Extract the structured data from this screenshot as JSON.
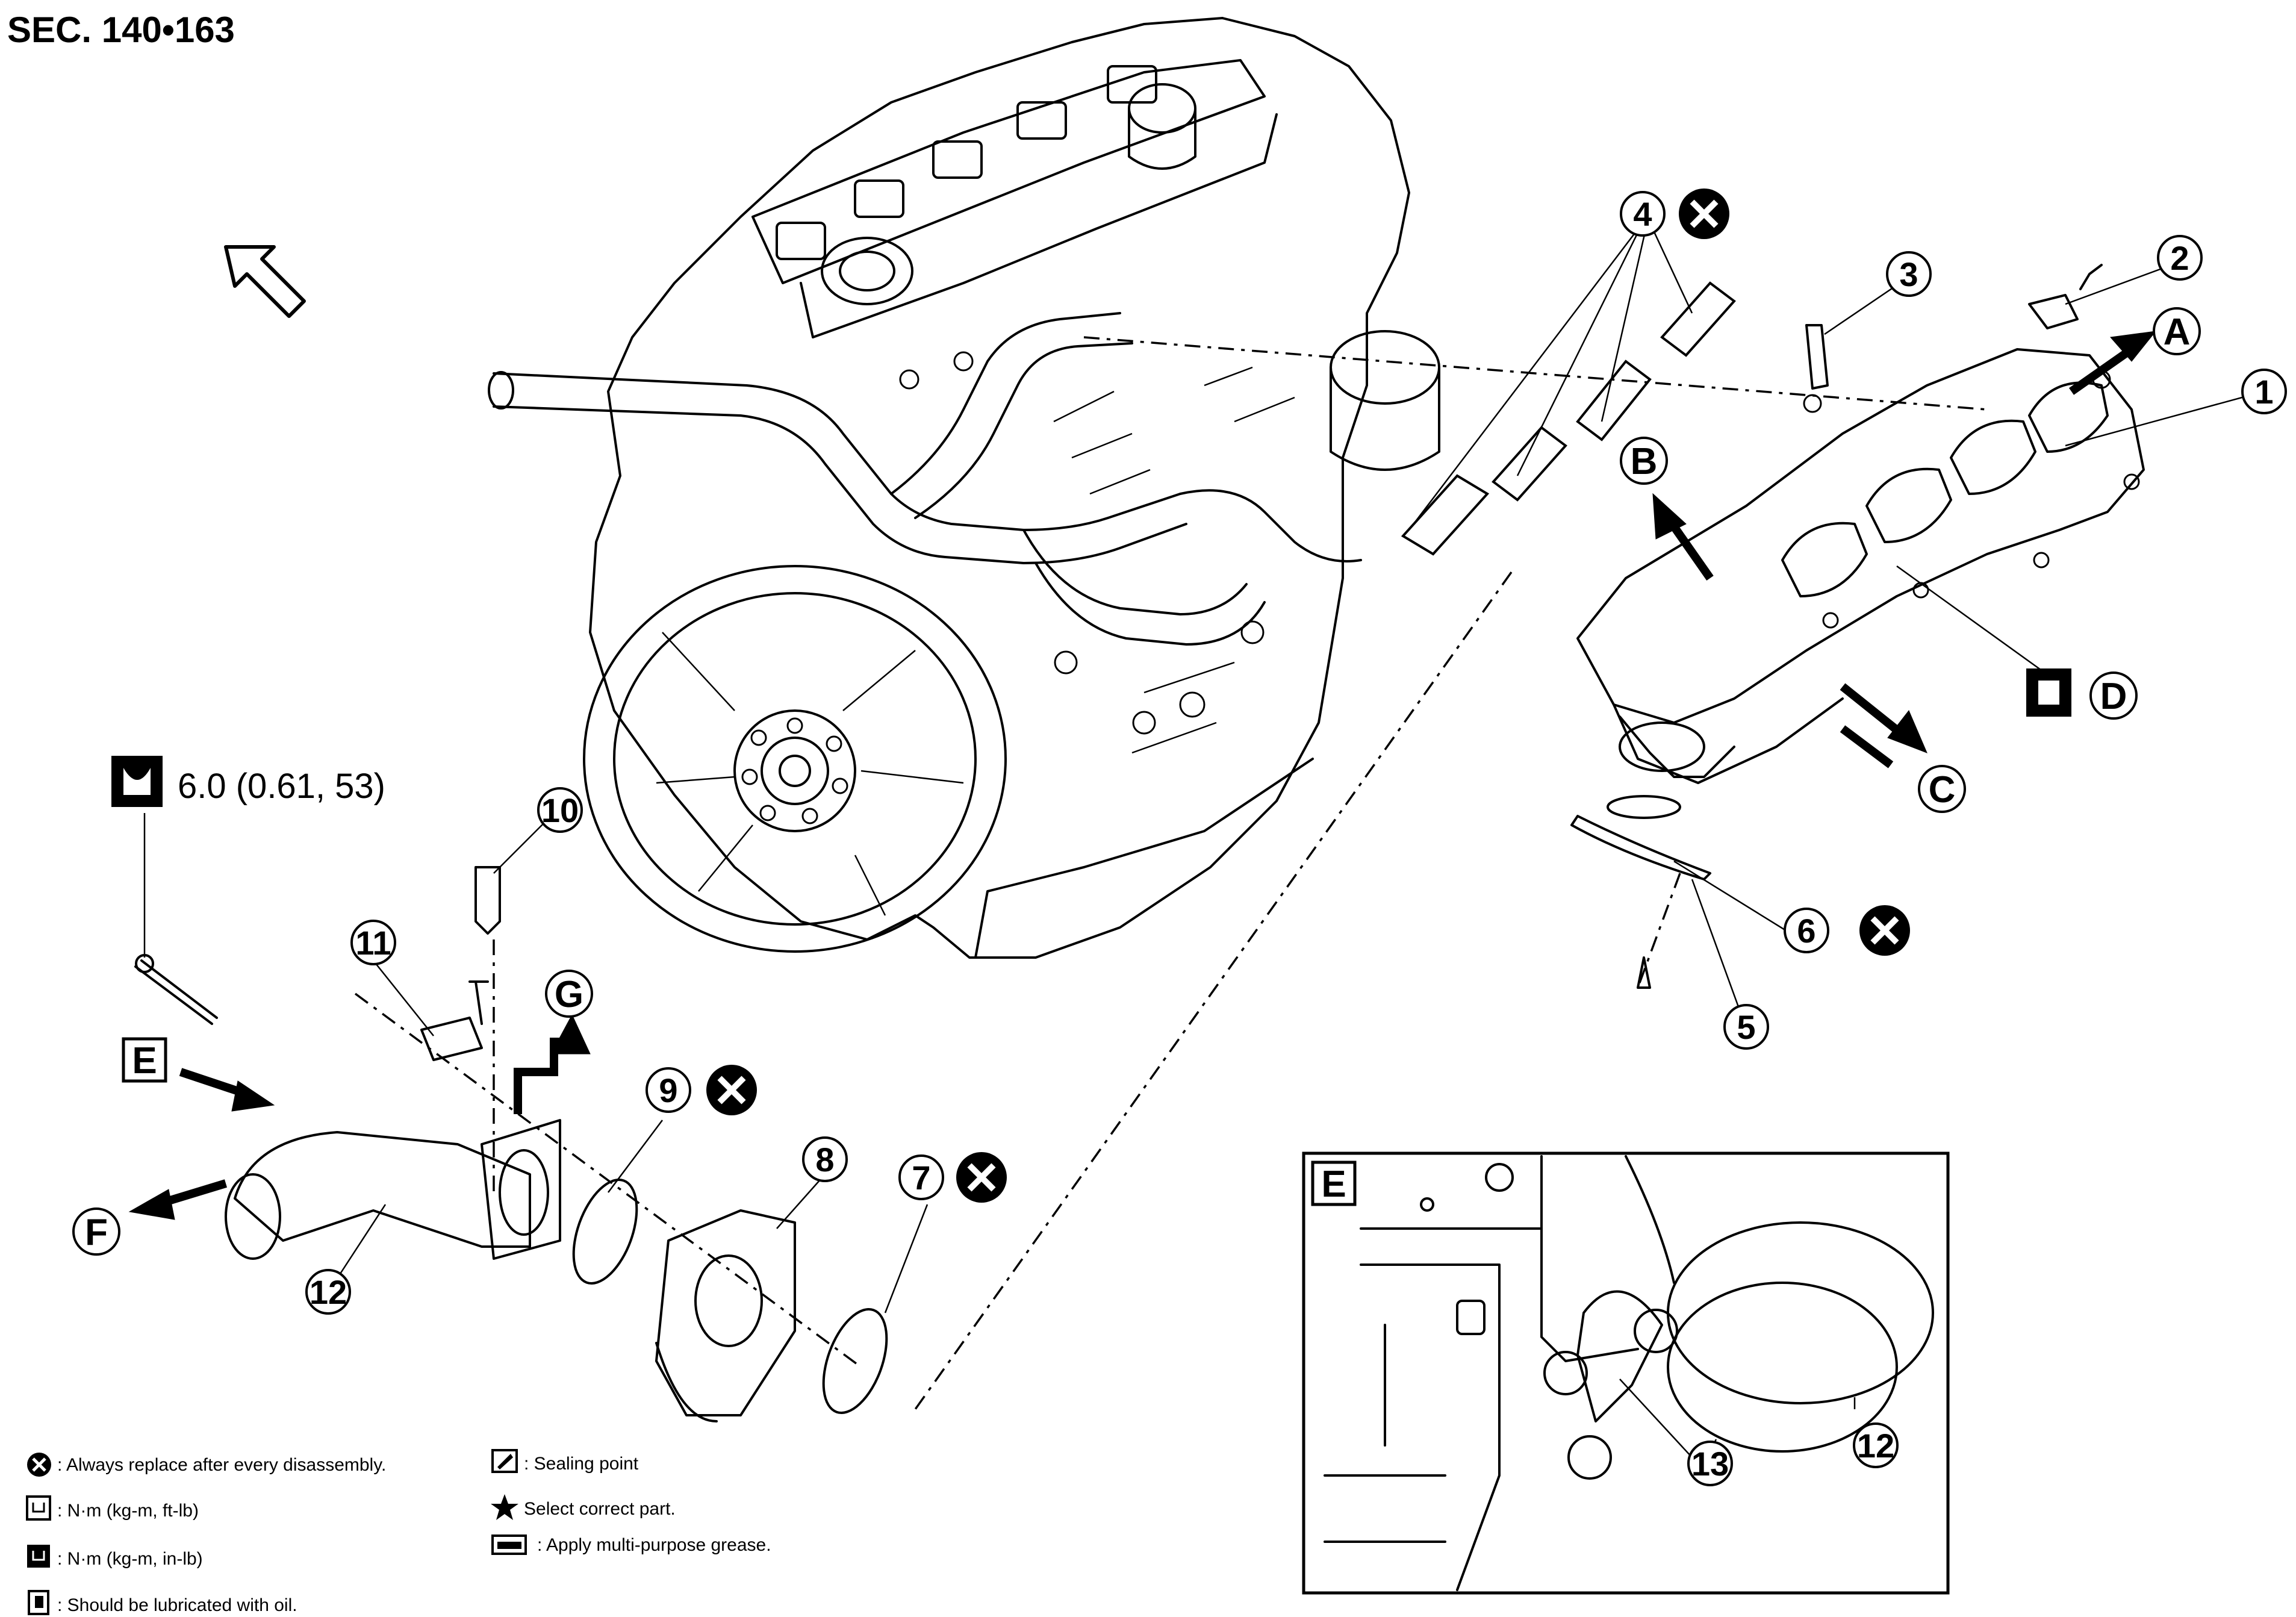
{
  "section_code": "SEC. 140•163",
  "callouts": [
    "1",
    "2",
    "3",
    "4",
    "5",
    "6",
    "7",
    "8",
    "9",
    "10",
    "11",
    "12",
    "13"
  ],
  "letters": [
    "A",
    "B",
    "C",
    "D",
    "E",
    "F",
    "G"
  ],
  "torque_spec": "6.0 (0.61, 53)",
  "inset_label": "E",
  "legend": {
    "replace": ": Always replace after every disassembly.",
    "nm_ftlb": ": N·m (kg-m, ft-lb)",
    "nm_inlb": ": N·m (kg-m, in-lb)",
    "oil": ": Should be lubricated with oil.",
    "sealing": ": Sealing point",
    "select": "Select correct part.",
    "grease": ": Apply multi-purpose grease."
  },
  "icons": [
    "front-arrow-icon",
    "replace-x-icon",
    "torque-wrench-icon",
    "oil-can-icon",
    "sealing-icon",
    "star-icon",
    "grease-icon"
  ]
}
